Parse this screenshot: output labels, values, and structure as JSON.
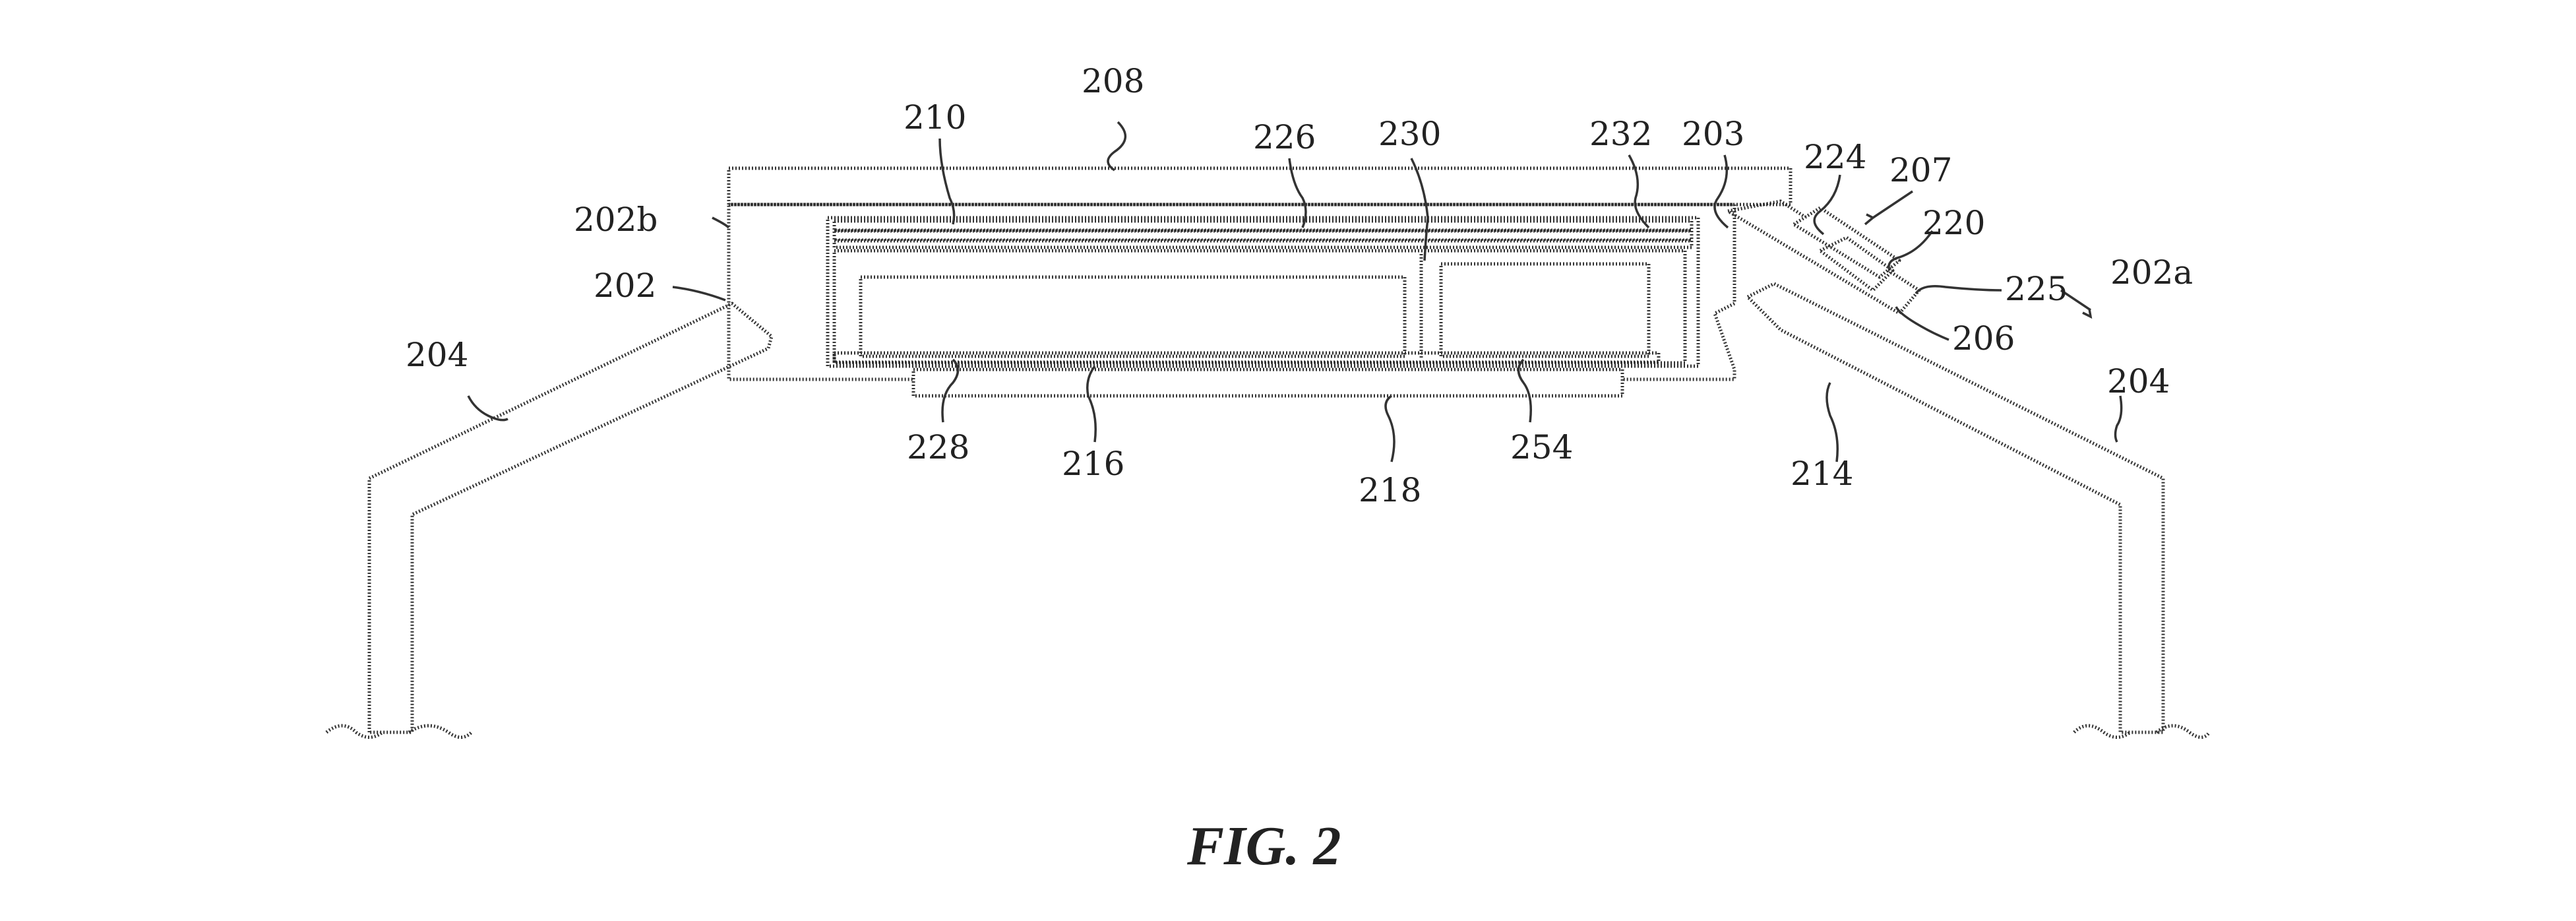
{
  "figure": {
    "caption": "FIG. 2",
    "reference_numerals": {
      "r208": "208",
      "r210": "210",
      "r226": "226",
      "r230": "230",
      "r232": "232",
      "r203": "203",
      "r224": "224",
      "r207": "207",
      "r202b": "202b",
      "r220": "220",
      "r202": "202",
      "r225": "225",
      "r202a": "202a",
      "r206": "206",
      "r204_left": "204",
      "r204_right": "204",
      "r228": "228",
      "r216": "216",
      "r254": "254",
      "r218": "218",
      "r214": "214"
    }
  }
}
